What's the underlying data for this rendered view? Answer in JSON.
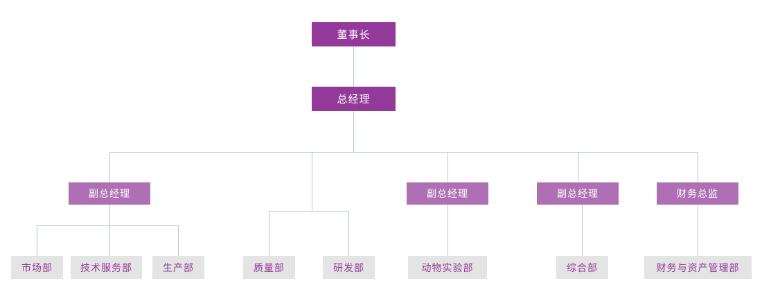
{
  "chart_data": {
    "type": "diagram",
    "title": "",
    "diagram_kind": "organization-chart",
    "orientation": "top-down",
    "colors": {
      "level1_box": "#93399a",
      "level2_box": "#93399a",
      "level3_box": "#ae6fb4",
      "leaf_box": "#e4e4e4",
      "leaf_text": "#93399a",
      "box_text": "#ffffff",
      "connector": "#b6c6d2",
      "background": "#ffffff"
    },
    "nodes": [
      {
        "id": "n1",
        "label": "董事长",
        "level": 1
      },
      {
        "id": "n2",
        "label": "总经理",
        "level": 2
      },
      {
        "id": "n3",
        "label": "副总经理",
        "level": 3
      },
      {
        "id": "n4",
        "label": "副总经理",
        "level": 3
      },
      {
        "id": "n5",
        "label": "副总经理",
        "level": 3
      },
      {
        "id": "n6",
        "label": "财务总监",
        "level": 3
      },
      {
        "id": "n7",
        "label": "市场部",
        "level": 4
      },
      {
        "id": "n8",
        "label": "技术服务部",
        "level": 4
      },
      {
        "id": "n9",
        "label": "生产部",
        "level": 4
      },
      {
        "id": "n10",
        "label": "质量部",
        "level": 4
      },
      {
        "id": "n11",
        "label": "研发部",
        "level": 4
      },
      {
        "id": "n12",
        "label": "动物实验部",
        "level": 4
      },
      {
        "id": "n13",
        "label": "综合部",
        "level": 4
      },
      {
        "id": "n14",
        "label": "财务与资产管理部",
        "level": 4
      }
    ],
    "edges": [
      {
        "from": "n1",
        "to": "n2"
      },
      {
        "from": "n2",
        "to": "n3"
      },
      {
        "from": "n2",
        "to": "n4"
      },
      {
        "from": "n2",
        "to": "n5"
      },
      {
        "from": "n2",
        "to": "n6"
      },
      {
        "from": "n3",
        "to": "n7"
      },
      {
        "from": "n3",
        "to": "n8"
      },
      {
        "from": "n3",
        "to": "n9"
      },
      {
        "from": "n2",
        "to": "n10"
      },
      {
        "from": "n2",
        "to": "n11"
      },
      {
        "from": "n4",
        "to": "n12"
      },
      {
        "from": "n5",
        "to": "n13"
      },
      {
        "from": "n6",
        "to": "n14"
      }
    ]
  },
  "level1": {
    "chairman": "董事长"
  },
  "level2": {
    "general_manager": "总经理"
  },
  "level3": {
    "deputy_gm_1": "副总经理",
    "deputy_gm_2": "副总经理",
    "deputy_gm_3": "副总经理",
    "cfo": "财务总监"
  },
  "level4": {
    "marketing": "市场部",
    "tech_service": "技术服务部",
    "production": "生产部",
    "quality": "质量部",
    "rnd": "研发部",
    "animal_lab": "动物实验部",
    "general_affairs": "综合部",
    "finance_asset": "财务与资产管理部"
  }
}
